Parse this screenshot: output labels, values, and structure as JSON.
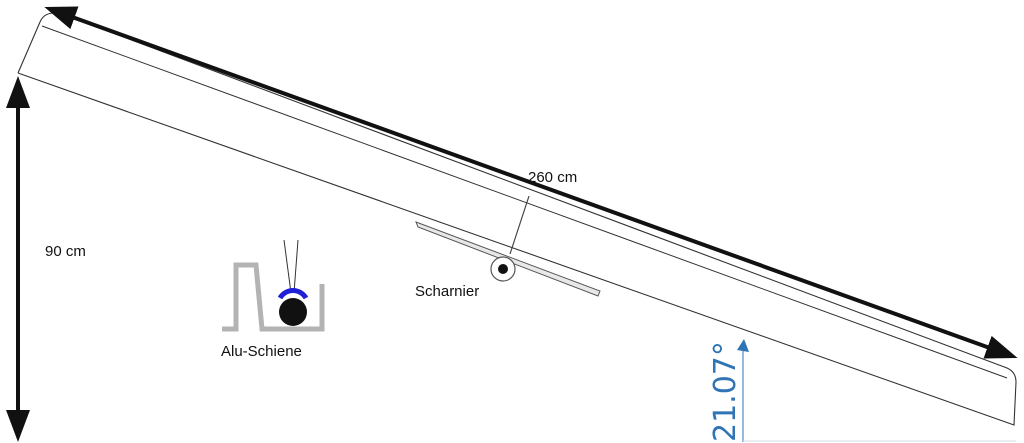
{
  "labels": {
    "length": "260 cm",
    "height": "90 cm",
    "hinge": "Scharnier",
    "rail": "Alu-Schiene",
    "angle": "21.07°"
  },
  "colors": {
    "line": "#111111",
    "rail": "#b3b3b3",
    "angle": "#2f74b5",
    "wheel_band": "#1f1fd8"
  }
}
